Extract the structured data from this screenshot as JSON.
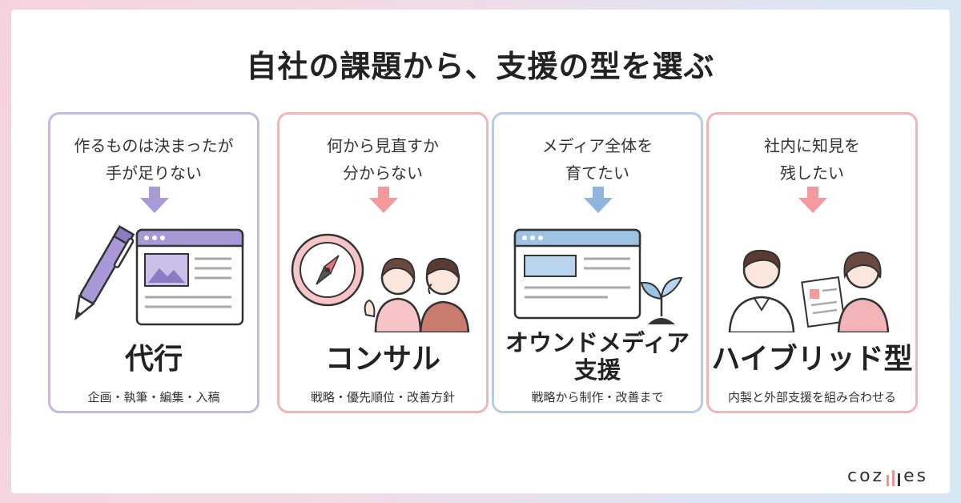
{
  "title": "自社の課題から、支援の型を選ぶ",
  "cards": [
    {
      "problem_line1": "作るものは決まったが",
      "problem_line2": "手が足りない",
      "name": "代行",
      "desc": "企画・執筆・編集・入稿",
      "accent": "#a08fd0"
    },
    {
      "problem_line1": "何から見直すか",
      "problem_line2": "分からない",
      "name": "コンサル",
      "desc": "戦略・優先順位・改善方針",
      "accent": "#f08f94"
    },
    {
      "problem_line1": "メディア全体を",
      "problem_line2": "育てたい",
      "name_line1": "オウンドメディア",
      "name_line2": "支援",
      "desc": "戦略から制作・改善まで",
      "accent": "#8eb6dd"
    },
    {
      "problem_line1": "社内に知見を",
      "problem_line2": "残したい",
      "name": "ハイブリッド型",
      "desc": "内製と外部支援を組み合わせる",
      "accent": "#f08f94"
    }
  ],
  "logo": {
    "text_left": "coz",
    "text_right": "es"
  }
}
